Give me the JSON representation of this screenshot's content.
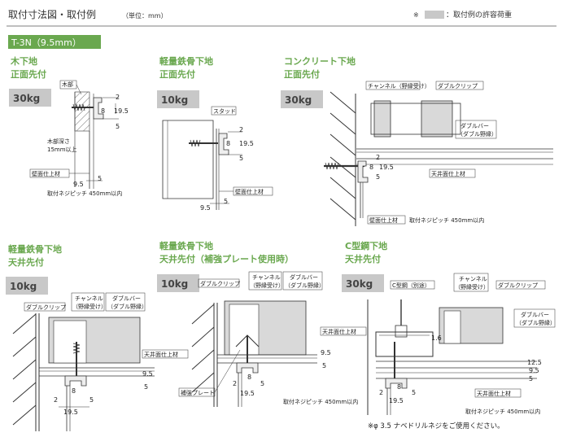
{
  "header": {
    "title": "取付寸法図・取付例",
    "unit": "（単位：mm）",
    "legend_mark": "※",
    "legend_text": "：取付例の許容荷重",
    "legend_swatch": "#c8c8c8"
  },
  "model_badge": {
    "label": "T-3N（9.5mm）",
    "color": "#6aa84f"
  },
  "colors": {
    "accent": "#6aa84f",
    "load_bg": "#c8c8c8",
    "panel": "#d9d9d9"
  },
  "panels": [
    {
      "id": "wood",
      "title1": "木下地",
      "title2": "正面先付",
      "load": "30kg",
      "labels": {
        "base": "木部",
        "depth1": "木部深さ",
        "depth2": "15mm以上",
        "finish": "壁面仕上材",
        "pitch": "取付ネジピッチ 450mm以内"
      },
      "dims": [
        "2",
        "8",
        "19.5",
        "5",
        "9.5",
        "5"
      ]
    },
    {
      "id": "steel-wall",
      "title1": "軽量鉄骨下地",
      "title2": "正面先付",
      "load": "10kg",
      "labels": {
        "stud": "スタッド",
        "finish": "壁面仕上材"
      },
      "dims": [
        "2",
        "8",
        "19.5",
        "5",
        "9.5",
        "5"
      ]
    },
    {
      "id": "concrete",
      "title1": "コンクリート下地",
      "title2": "正面先付",
      "load": "30kg",
      "labels": {
        "channel": "チャンネル（野縁受け）",
        "clip": "ダブルクリップ",
        "dbl1": "ダブルバー",
        "dbl2": "（ダブル野縁）",
        "ceiling": "天井面仕上材",
        "finish": "壁面仕上材",
        "pitch": "取付ネジピッチ 450mm以内"
      },
      "dims": [
        "2",
        "8",
        "19.5",
        "5"
      ]
    },
    {
      "id": "steel-ceiling",
      "title1": "軽量鉄骨下地",
      "title2": "天井先付",
      "load": "10kg",
      "labels": {
        "clip": "ダブルクリップ",
        "ch1": "チャンネル",
        "ch2": "（野縁受け）",
        "dbl1": "ダブルバー",
        "dbl2": "（ダブル野縁）",
        "ceiling": "天井面仕上材"
      },
      "dims": [
        "9.5",
        "5",
        "2",
        "8",
        "19.5",
        "5"
      ]
    },
    {
      "id": "steel-plate",
      "title1": "軽量鉄骨下地",
      "title2": "天井先付（補強プレート使用時）",
      "load": "10kg",
      "labels": {
        "clip": "ダブルクリップ",
        "ch1": "チャンネル",
        "ch2": "（野縁受け）",
        "dbl1": "ダブルバー",
        "dbl2": "（ダブル野縁）",
        "ceiling": "天井面仕上材",
        "plate": "補強プレート",
        "pitch": "取付ネジピッチ 450mm以内"
      },
      "dims": [
        "9.5",
        "5",
        "2",
        "8",
        "19.5",
        "5"
      ]
    },
    {
      "id": "c-channel",
      "title1": "C型鋼下地",
      "title2": "天井先付",
      "load": "30kg",
      "labels": {
        "c_steel": "C型鋼（別途）",
        "ch1": "チャンネル",
        "ch2": "（野縁受け）",
        "clip": "ダブルクリップ",
        "dbl1": "ダブルバー",
        "dbl2": "（ダブル野縁）",
        "ceiling": "天井面仕上材",
        "pitch": "取付ネジピッチ 450mm以内"
      },
      "dims": [
        "1.6",
        "12.5",
        "9.5",
        "5",
        "2",
        "8",
        "19.5",
        "5"
      ]
    }
  ],
  "footnote": "※φ 3.5 ナベドリルネジをご使用ください。"
}
